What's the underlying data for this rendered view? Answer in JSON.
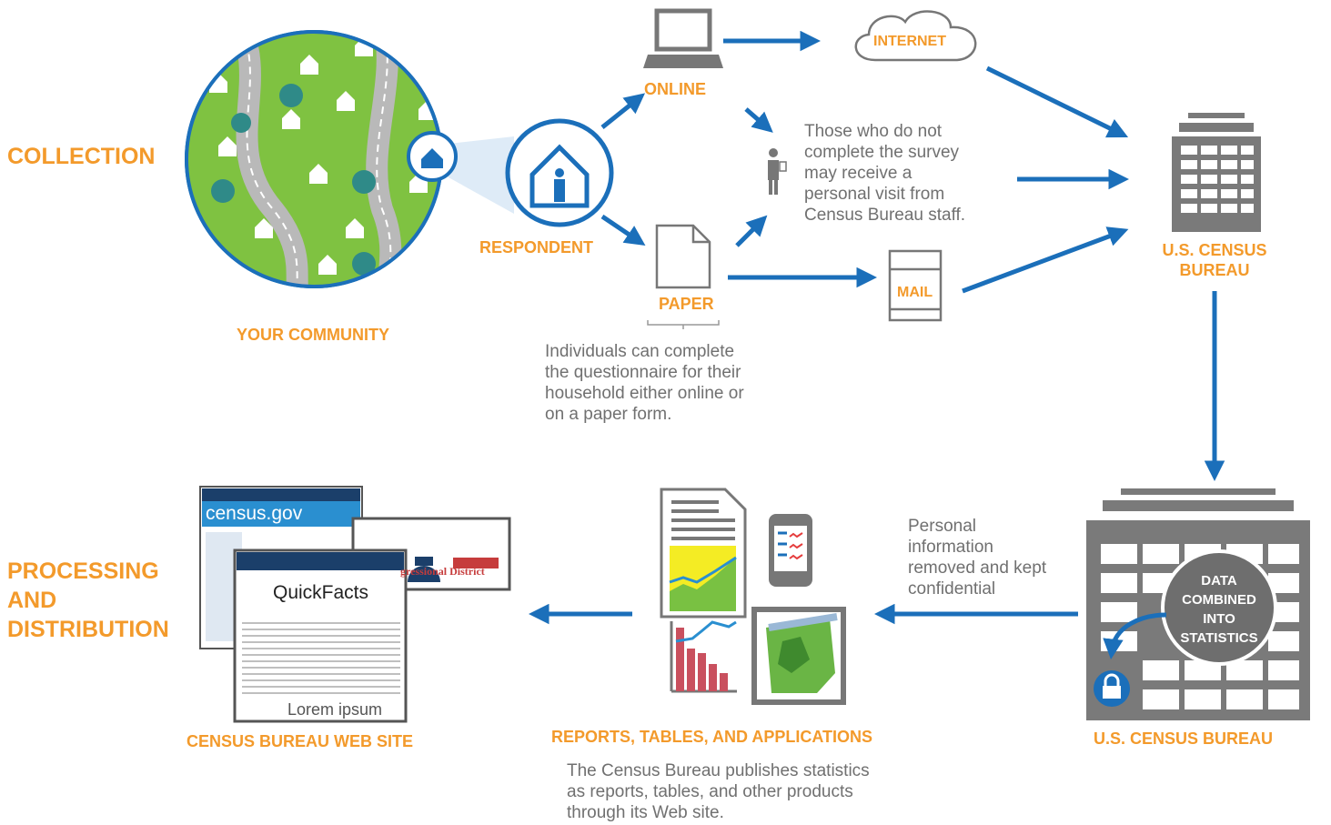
{
  "colors": {
    "orange": "#f39a2b",
    "blue": "#1b6fba",
    "gray": "#777777",
    "green": "#79c142"
  },
  "sections": {
    "collection": "COLLECTION",
    "processing": [
      "PROCESSING",
      "AND",
      "DISTRIBUTION"
    ]
  },
  "collection": {
    "community_label": "YOUR COMMUNITY",
    "respondent_label": "RESPONDENT",
    "online_label": "ONLINE",
    "paper_label": "PAPER",
    "internet_label": "INTERNET",
    "mail_label": "MAIL",
    "bureau_label": [
      "U.S. CENSUS",
      "BUREAU"
    ],
    "visit_text": [
      "Those who do not",
      "complete the survey",
      "may receive a",
      "personal visit from",
      "Census Bureau staff."
    ],
    "individuals_text": [
      "Individuals can complete",
      "the questionnaire for their",
      "household either online or",
      "on a paper form."
    ]
  },
  "processing": {
    "bureau_label": "U.S. CENSUS BUREAU",
    "stats_text": [
      "DATA",
      "COMBINED",
      "INTO",
      "STATISTICS"
    ],
    "personal_text": [
      "Personal",
      "information",
      "removed and kept",
      "confidential"
    ],
    "reports_label": "REPORTS, TABLES, AND APPLICATIONS",
    "reports_text": [
      "The Census Bureau publishes statistics",
      "as reports, tables, and other products",
      "through its Web site."
    ],
    "website_label": "CENSUS BUREAU WEB SITE",
    "censusgov_text": "census.gov",
    "quickfacts_text": "QuickFacts",
    "district_text": "gressional District",
    "lorem_text": "Lorem ipsum"
  },
  "icons": [
    "laptop-icon",
    "cloud-icon",
    "document-icon",
    "mailbox-icon",
    "person-icon",
    "house-icon",
    "building-icon",
    "lock-icon",
    "phone-icon",
    "chart-icon",
    "map-icon"
  ]
}
